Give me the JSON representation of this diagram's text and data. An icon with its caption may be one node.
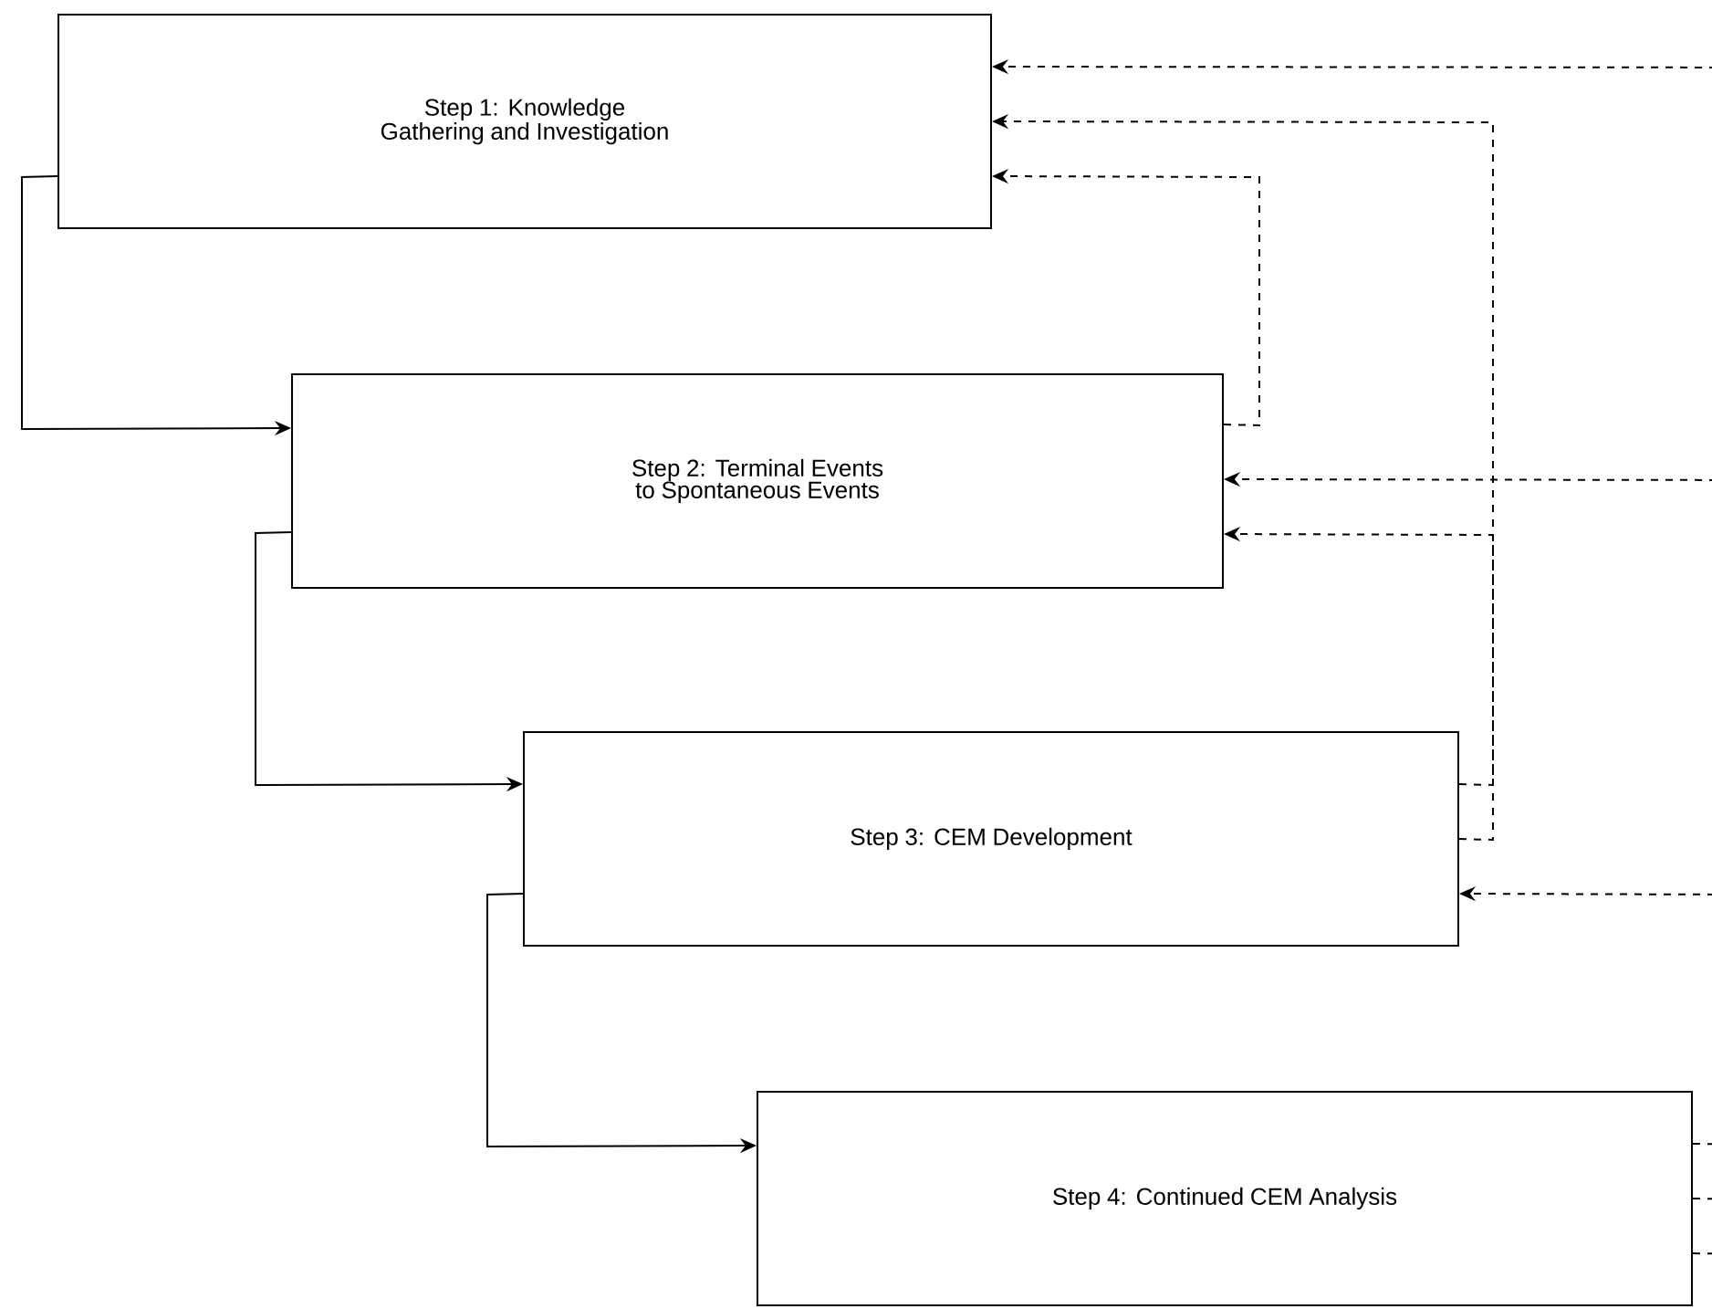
{
  "diagram": {
    "nodes": [
      {
        "text": [
          "Step 1: Knowledge Gathering and Investigation"
        ]
      },
      {
        "text": [
          "Step 2: Terminal Events to Spontaneous Events"
        ]
      },
      {
        "text": [
          "Step 3: CEM Development"
        ]
      },
      {
        "text": [
          "Step 4: Continued CEM Analysis"
        ]
      }
    ],
    "edges": [
      {
        "from": 0,
        "to": 1,
        "arrow": "to"
      },
      {
        "from": 1,
        "to": 2,
        "arrow": "to"
      },
      {
        "from": 2,
        "to": 3,
        "arrow": "to"
      },
      {
        "from": 1,
        "to": 0,
        "arrow": "to",
        "style": "dashed"
      },
      {
        "from": 2,
        "to": 0,
        "arrow": "to",
        "style": "dashed"
      },
      {
        "from": 2,
        "to": 1,
        "arrow": "to",
        "style": "dashed"
      },
      {
        "from": 3,
        "to": 0,
        "arrow": "to",
        "style": "dashed"
      },
      {
        "from": 3,
        "to": 1,
        "arrow": "to",
        "style": "dashed"
      },
      {
        "from": 3,
        "to": 2,
        "arrow": "to",
        "style": "dashed"
      }
    ]
  }
}
